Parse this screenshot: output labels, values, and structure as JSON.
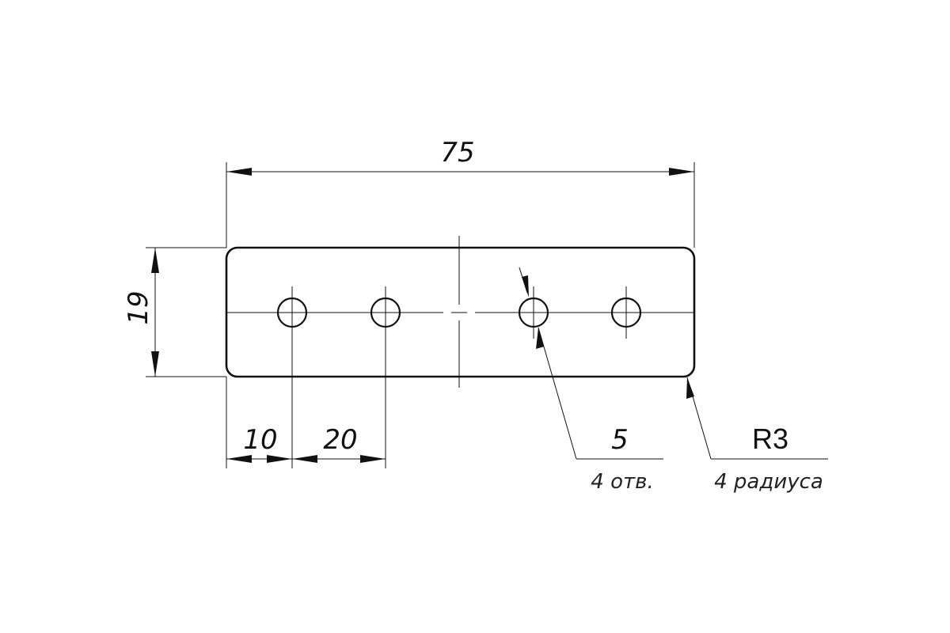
{
  "drawing": {
    "dimensions": {
      "overall_length": "75",
      "height": "19",
      "first_hole_offset": "10",
      "hole_spacing": "20"
    },
    "callouts": {
      "hole_diameter": "5",
      "hole_note": "4 отв.",
      "corner_radius": "R3",
      "radius_note": "4 радиуса"
    },
    "features": {
      "hole_count": 4,
      "corner_count": 4
    }
  }
}
